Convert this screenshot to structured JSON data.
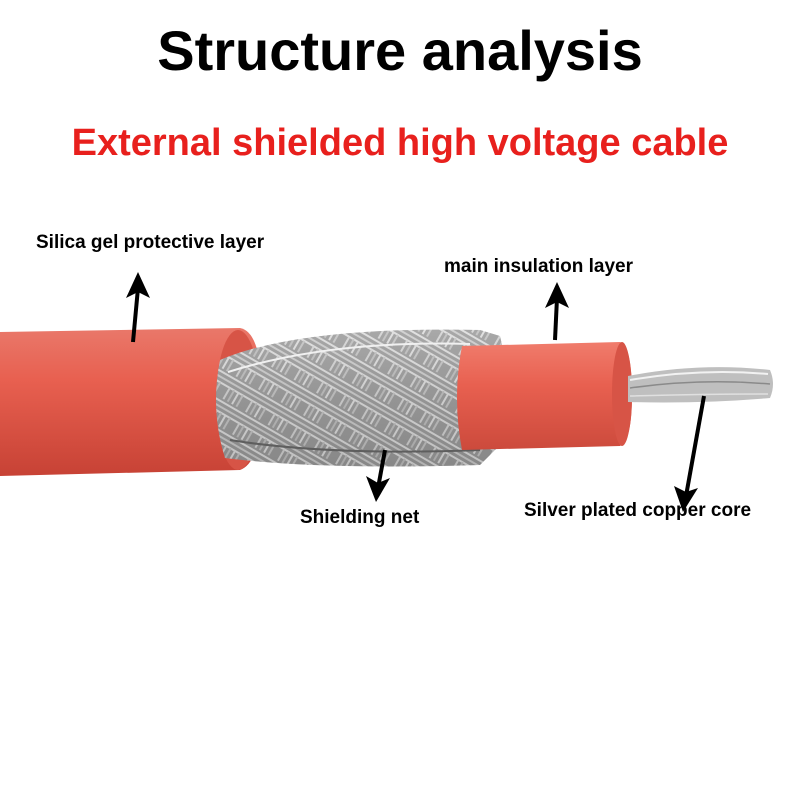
{
  "title": "Structure analysis",
  "subtitle": "External shielded high voltage cable",
  "colors": {
    "subtitle": "#e8201d",
    "jacket": "#e86050",
    "jacket_dark": "#c74235",
    "braid": "#a9a9a9",
    "core": "#bfbfbf"
  },
  "labels": {
    "silica": "Silica gel protective layer",
    "main_insulation": "main insulation layer",
    "shielding": "Shielding net",
    "core": "Silver plated copper core"
  },
  "icons": {
    "arrow": "black-arrow-icon"
  }
}
